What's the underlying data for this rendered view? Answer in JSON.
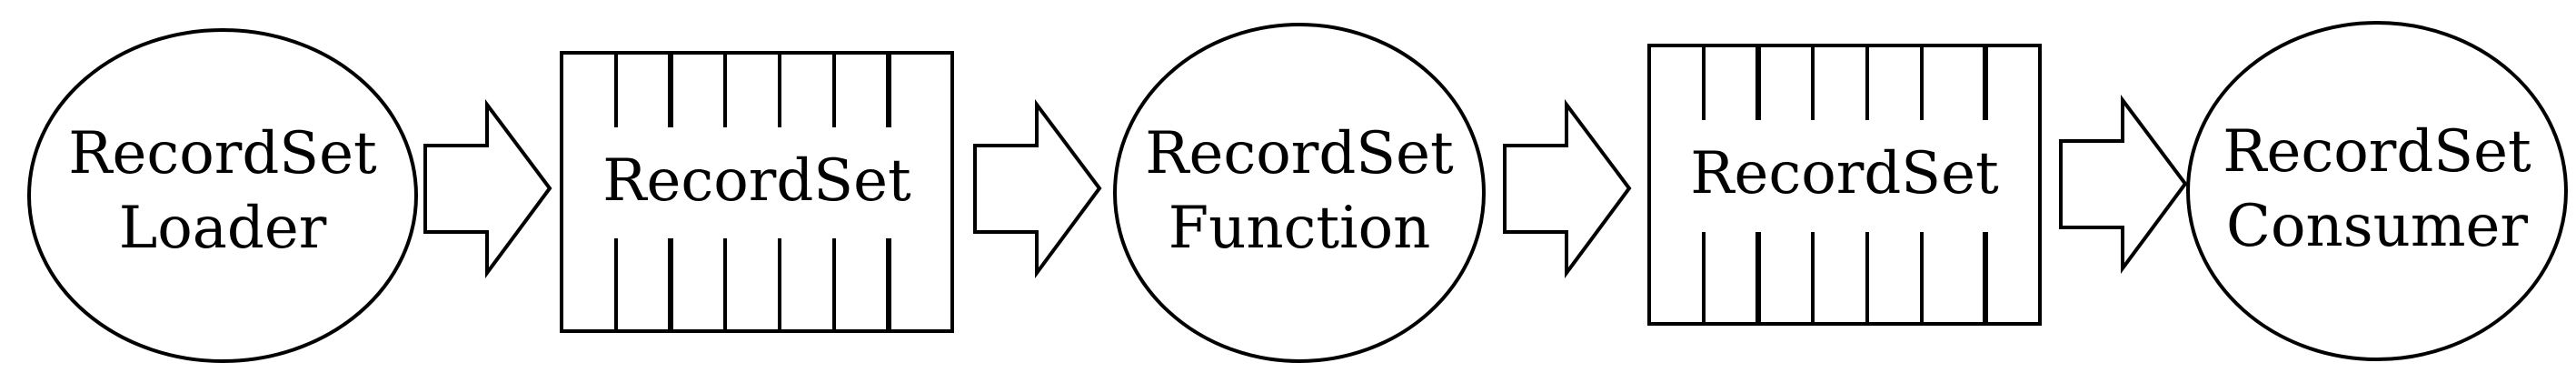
{
  "diagram": {
    "nodes": [
      {
        "id": "loader",
        "shape": "ellipse",
        "lines": [
          "RecordSet",
          "Loader"
        ]
      },
      {
        "id": "recordset_1",
        "shape": "table",
        "lines": [
          "RecordSet"
        ]
      },
      {
        "id": "function",
        "shape": "ellipse",
        "lines": [
          "RecordSet",
          "Function"
        ]
      },
      {
        "id": "recordset_2",
        "shape": "table",
        "lines": [
          "RecordSet"
        ]
      },
      {
        "id": "consumer",
        "shape": "ellipse",
        "lines": [
          "RecordSet",
          "Consumer"
        ]
      }
    ],
    "edges": [
      {
        "from": "loader",
        "to": "recordset_1",
        "style": "block-arrow"
      },
      {
        "from": "recordset_1",
        "to": "function",
        "style": "block-arrow"
      },
      {
        "from": "function",
        "to": "recordset_2",
        "style": "block-arrow"
      },
      {
        "from": "recordset_2",
        "to": "consumer",
        "style": "block-arrow"
      }
    ],
    "colors": {
      "stroke": "#000000",
      "fill": "#ffffff",
      "text": "#000000"
    }
  }
}
